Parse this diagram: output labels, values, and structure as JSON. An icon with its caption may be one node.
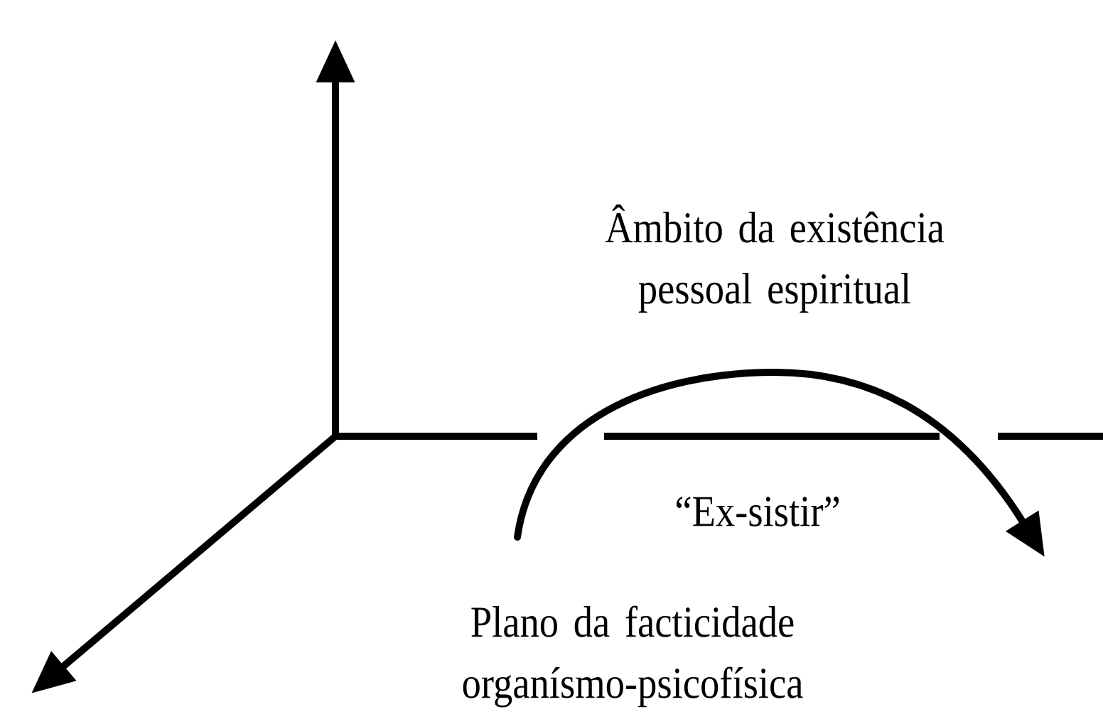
{
  "diagram": {
    "labels": [
      "Âmbito da existência pessoal espiritual",
      "“Ex-sistir”",
      "Plano da facticidade organísmo-psicofísica"
    ]
  }
}
